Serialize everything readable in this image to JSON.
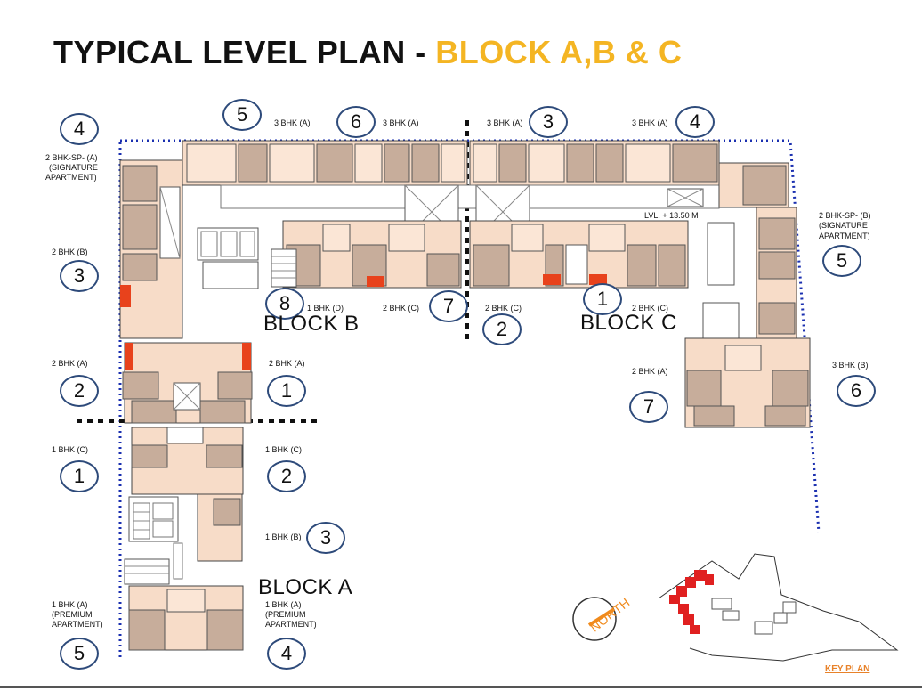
{
  "title": {
    "part1": "TYPICAL LEVEL PLAN - ",
    "part2": "BLOCK A,B & C"
  },
  "blocks": {
    "a": "BLOCK A",
    "b": "BLOCK B",
    "c": "BLOCK C"
  },
  "level": "LVL. + 13.50 M",
  "north": "NORTH",
  "key_plan": "KEY PLAN",
  "colors": {
    "title_accent": "#f4b523",
    "unit_fill": "#f7dcc8",
    "room_fill": "#c7ad9b",
    "badge_border": "#2d4a7a",
    "boundary": "#1a2fb0",
    "highlight": "#e8421c"
  },
  "labels": {
    "bhk3a_1": "3 BHK (A)",
    "bhk3a_2": "3 BHK (A)",
    "bhk3a_3": "3 BHK (A)",
    "bhk3a_4": "3 BHK (A)",
    "sp_a_1": "2 BHK-SP- (A)",
    "sp_a_2": "(SIGNATURE",
    "sp_a_3": "APARTMENT)",
    "b2b_left": "2 BHK (B)",
    "sp_b_1": "2 BHK-SP- (B)",
    "sp_b_2": "(SIGNATURE",
    "sp_b_3": "APARTMENT)",
    "bhk1d": "1 BHK (D)",
    "bhk2c_1": "2 BHK (C)",
    "bhk2c_2": "2 BHK (C)",
    "bhk2c_3": "2 BHK (C)",
    "bhk2a_1": "2 BHK (A)",
    "bhk2a_2": "2 BHK (A)",
    "bhk2a_3": "2 BHK (A)",
    "bhk3b": "3 BHK (B)",
    "bhk1c_1": "1 BHK (C)",
    "bhk1c_2": "1 BHK (C)",
    "bhk1b": "1 BHK (B)",
    "bhk1a_l1": "1 BHK (A)",
    "bhk1a_l2": "(PREMIUM",
    "bhk1a_l3": "APARTMENT)",
    "bhk1a_r1": "1 BHK (A)",
    "bhk1a_r2": "(PREMIUM",
    "bhk1a_r3": "APARTMENT)"
  },
  "numbers": {
    "n_top5": "5",
    "n_top6": "6",
    "n_top3": "3",
    "n_top4": "4",
    "n_left4": "4",
    "n_left3": "3",
    "n_right5": "5",
    "n_b8": "8",
    "n_b7": "7",
    "n_c1": "1",
    "n_c2": "2",
    "n_a2l": "2",
    "n_a1r": "1",
    "n_c7": "7",
    "n_c6": "6",
    "n_a1l": "1",
    "n_a2r": "2",
    "n_a3": "3",
    "n_a5": "5",
    "n_a4": "4"
  }
}
